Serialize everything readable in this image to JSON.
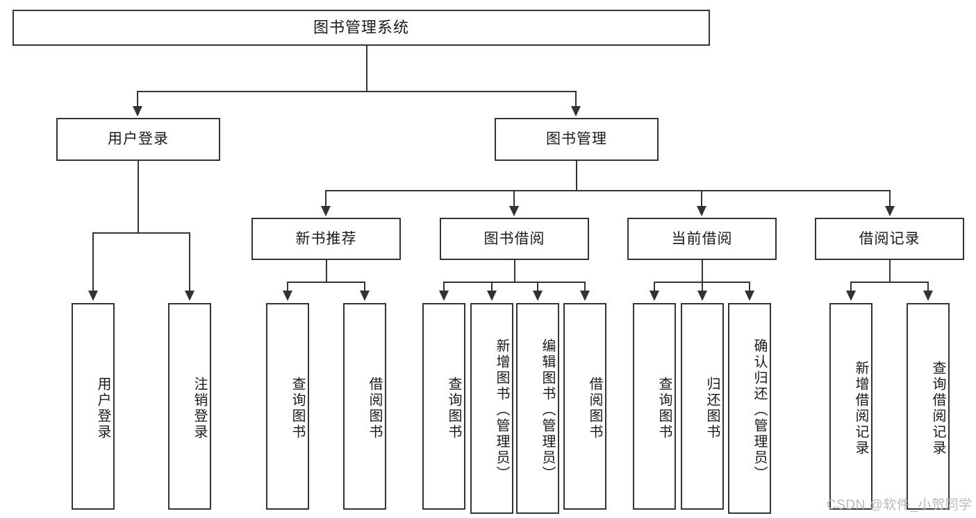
{
  "diagram": {
    "title": "图书管理系统",
    "type": "tree-hierarchy",
    "root": {
      "label": "图书管理系统"
    },
    "level2": [
      {
        "label": "用户登录"
      },
      {
        "label": "图书管理"
      }
    ],
    "level3": [
      {
        "label": "新书推荐"
      },
      {
        "label": "图书借阅"
      },
      {
        "label": "当前借阅"
      },
      {
        "label": "借阅记录"
      }
    ],
    "leaves": {
      "user_login": [
        {
          "label": "用户登录"
        },
        {
          "label": "注销登录"
        }
      ],
      "new_book_recommend": [
        {
          "label": "查询图书"
        },
        {
          "label": "借阅图书"
        }
      ],
      "book_borrow": [
        {
          "label": "查询图书"
        },
        {
          "label": "新增图书（管理员）"
        },
        {
          "label": "编辑图书（管理员）"
        },
        {
          "label": "借阅图书"
        }
      ],
      "current_borrow": [
        {
          "label": "查询图书"
        },
        {
          "label": "归还图书"
        },
        {
          "label": "确认归还（管理员）"
        }
      ],
      "borrow_record": [
        {
          "label": "新增借阅记录"
        },
        {
          "label": "查询借阅记录"
        }
      ]
    }
  },
  "watermark": {
    "text": "CSDN @软件_小贺同学"
  },
  "colors": {
    "stroke": "#333333",
    "text": "#1a1a1a",
    "background": "#ffffff",
    "watermark": "#b9b9b9"
  }
}
